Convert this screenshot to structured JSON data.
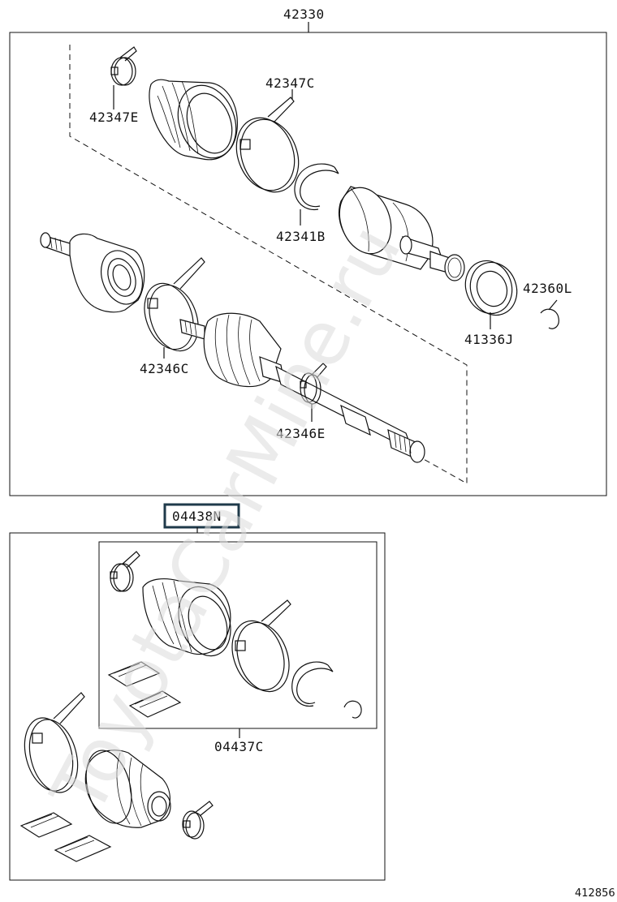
{
  "watermark": "ToyotaCarMine.ru",
  "footer_code": "412856",
  "assemblies": {
    "upper": {
      "label": "42330"
    },
    "lower": {
      "label": "04438N",
      "highlighted": true
    },
    "inner_kit": {
      "label": "04437C"
    }
  },
  "parts": [
    {
      "id": "p1",
      "label": "42347E"
    },
    {
      "id": "p2",
      "label": "42347C"
    },
    {
      "id": "p3",
      "label": "42341B"
    },
    {
      "id": "p4",
      "label": "42360L"
    },
    {
      "id": "p5",
      "label": "41336J"
    },
    {
      "id": "p6",
      "label": "42346C"
    },
    {
      "id": "p7",
      "label": "42346E"
    }
  ],
  "colors": {
    "line": "#111111",
    "highlight_box": "#1f3a4a",
    "watermark": "#dcdcdc"
  }
}
